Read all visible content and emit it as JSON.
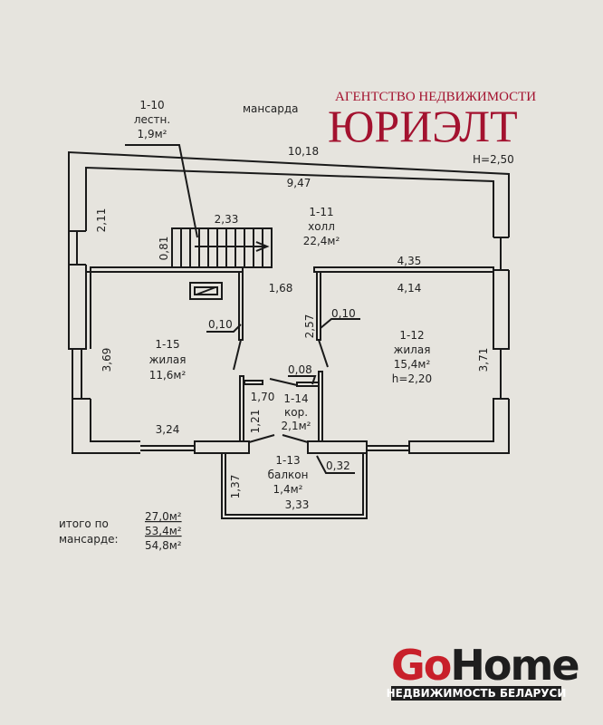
{
  "plan": {
    "floor_label": "мансарда",
    "height_label": "H=2,50",
    "dims": {
      "outer_top": "10,18",
      "inner_top": "9,47",
      "left_upper": "2,11",
      "stair_len": "2,33",
      "stair_width": "0,81",
      "hall_gap": "1,68",
      "right_top_outer": "4,35",
      "right_top_inner": "4,14",
      "left_door": "0,10",
      "right_door": "0,10",
      "right_wall_len": "2,57",
      "corr_door": "0,08",
      "left_height": "3,69",
      "right_height": "3,71",
      "left_bottom": "3,24",
      "corr_width": "1,70",
      "corr_len": "1,21",
      "balcony_side": "1,37",
      "balcony_len": "3,33",
      "balcony_offset": "0,32"
    },
    "rooms": [
      {
        "id": "1-10",
        "name": "лестн.",
        "area": "1,9м²"
      },
      {
        "id": "1-11",
        "name": "холл",
        "area": "22,4м²"
      },
      {
        "id": "1-12",
        "name": "жилая",
        "area": "15,4м²",
        "height": "h=2,20"
      },
      {
        "id": "1-13",
        "name": "балкон",
        "area": "1,4м²"
      },
      {
        "id": "1-14",
        "name": "кор.",
        "area": "2,1м²"
      },
      {
        "id": "1-15",
        "name": "жилая",
        "area": "11,6м²"
      }
    ],
    "totals": {
      "label1": "итого по",
      "label2": "мансарде:",
      "living": "27,0м²",
      "total": "53,4м²",
      "with_balcony": "54,8м²"
    }
  },
  "watermark": {
    "line1": "АГЕНТСТВО НЕДВИЖИМОСТИ",
    "line2": "ЮРИЭЛТ"
  },
  "logo": {
    "go": "Go",
    "home": "Home",
    "tagline": "НЕДВИЖИМОСТЬ БЕЛАРУСИ",
    "go_color": "#c8202a",
    "home_color": "#1e1e1e"
  }
}
